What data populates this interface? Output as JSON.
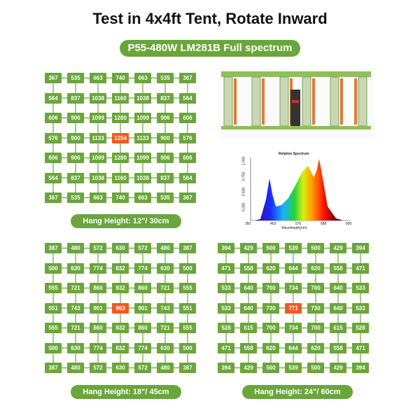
{
  "header": {
    "title": "Test in 4x4ft Tent, Rotate Inward",
    "subtitle": "P55-480W LM281B Full spectrum"
  },
  "grids": [
    {
      "hang_label": "Hang Height: 12\"/ 30cm",
      "hot_cell": [
        3,
        3
      ],
      "rows": [
        [
          "367",
          "535",
          "663",
          "740",
          "663",
          "535",
          "367"
        ],
        [
          "564",
          "837",
          "1038",
          "1160",
          "1038",
          "837",
          "564"
        ],
        [
          "606",
          "906",
          "1099",
          "1280",
          "1099",
          "906",
          "606"
        ],
        [
          "576",
          "900",
          "1133",
          "1254",
          "1133",
          "900",
          "576"
        ],
        [
          "606",
          "906",
          "1099",
          "1280",
          "1099",
          "906",
          "606"
        ],
        [
          "564",
          "837",
          "1038",
          "1160",
          "1038",
          "837",
          "564"
        ],
        [
          "367",
          "535",
          "663",
          "740",
          "663",
          "535",
          "367"
        ]
      ]
    },
    {
      "hang_label": "Hang Height: 18\"/ 45cm",
      "hot_cell": [
        3,
        3
      ],
      "rows": [
        [
          "387",
          "480",
          "572",
          "630",
          "572",
          "480",
          "387"
        ],
        [
          "500",
          "630",
          "774",
          "832",
          "774",
          "630",
          "500"
        ],
        [
          "555",
          "721",
          "860",
          "932",
          "860",
          "721",
          "555"
        ],
        [
          "551",
          "743",
          "901",
          "963",
          "901",
          "743",
          "551"
        ],
        [
          "555",
          "721",
          "860",
          "932",
          "860",
          "721",
          "555"
        ],
        [
          "500",
          "630",
          "774",
          "832",
          "774",
          "630",
          "500"
        ],
        [
          "387",
          "480",
          "572",
          "630",
          "572",
          "480",
          "387"
        ]
      ]
    },
    {
      "hang_label": "Hang Height: 24\"/ 60cm",
      "hot_cell": [
        3,
        3
      ],
      "rows": [
        [
          "394",
          "429",
          "500",
          "539",
          "500",
          "429",
          "394"
        ],
        [
          "471",
          "558",
          "620",
          "644",
          "620",
          "558",
          "471"
        ],
        [
          "533",
          "640",
          "700",
          "734",
          "700",
          "640",
          "533"
        ],
        [
          "533",
          "640",
          "730",
          "771",
          "730",
          "640",
          "533"
        ],
        [
          "528",
          "615",
          "700",
          "734",
          "700",
          "615",
          "528"
        ],
        [
          "471",
          "558",
          "620",
          "644",
          "620",
          "558",
          "471"
        ],
        [
          "394",
          "429",
          "500",
          "539",
          "500",
          "429",
          "394"
        ]
      ]
    }
  ],
  "spectrum": {
    "title": "Relative Spectrum",
    "xlabel": "Wavelength(nm)",
    "x_ticks": [
      "350",
      "463",
      "576",
      "688",
      "800"
    ],
    "y_ticks": [
      "0.250",
      "0.500",
      "0.750",
      "1.000"
    ]
  },
  "colors": {
    "green": "#6aa63b",
    "hot": "#f05a23"
  }
}
